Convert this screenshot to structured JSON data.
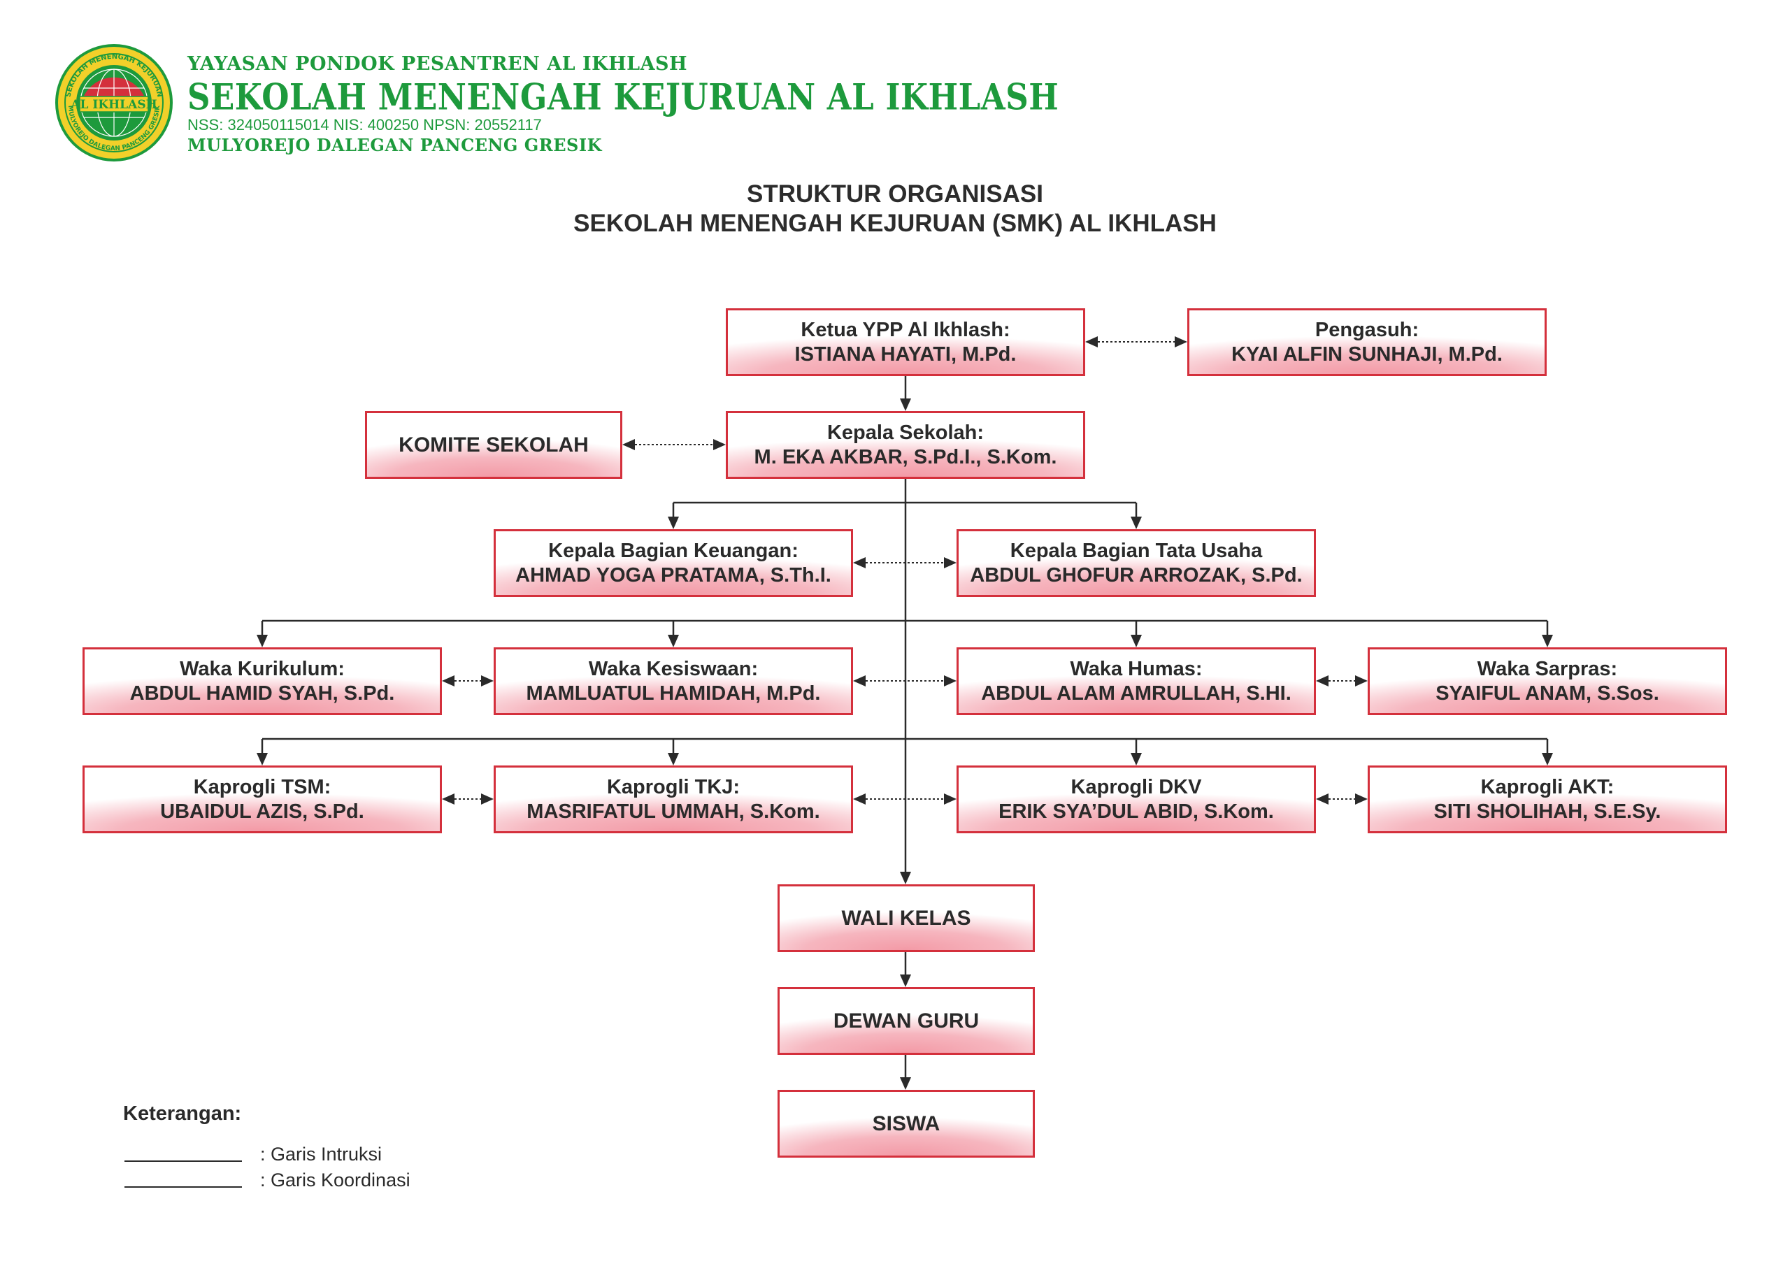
{
  "header": {
    "foundation": "YAYASAN PONDOK PESANTREN AL IKHLASH",
    "school_name": "SEKOLAH MENENGAH KEJURUAN AL IKHLASH",
    "codes": "NSS: 324050115014   NIS: 400250   NPSN: 20552117",
    "address": "MULYOREJO DALEGAN PANCENG GRESIK",
    "logo": {
      "ring_text_top": "SEKOLAH MENENGAH KEJURUAN",
      "ring_text_bottom": "MULYOREJO DALEGAN PANCENG GRESIK",
      "center_text": "AL IKHLASH"
    }
  },
  "title": {
    "line1": "STRUKTUR ORGANISASI",
    "line2": "SEKOLAH MENENGAH KEJURUAN (SMK) AL IKHLASH"
  },
  "nodes": {
    "ketua": {
      "role": "Ketua YPP Al Ikhlash:",
      "name": "ISTIANA HAYATI, M.Pd."
    },
    "pengasuh": {
      "role": "Pengasuh:",
      "name": "KYAI ALFIN SUNHAJI, M.Pd."
    },
    "komite": {
      "label": "KOMITE SEKOLAH"
    },
    "kepsek": {
      "role": "Kepala Sekolah:",
      "name": "M. EKA AKBAR, S.Pd.I., S.Kom."
    },
    "keuangan": {
      "role": "Kepala Bagian Keuangan:",
      "name": "AHMAD YOGA PRATAMA, S.Th.I."
    },
    "tatausaha": {
      "role": "Kepala Bagian Tata Usaha",
      "name": "ABDUL GHOFUR ARROZAK, S.Pd."
    },
    "kurikulum": {
      "role": "Waka Kurikulum:",
      "name": "ABDUL HAMID SYAH, S.Pd."
    },
    "kesiswaan": {
      "role": "Waka Kesiswaan:",
      "name": "MAMLUATUL HAMIDAH, M.Pd."
    },
    "humas": {
      "role": "Waka Humas:",
      "name": "ABDUL ALAM AMRULLAH, S.HI."
    },
    "sarpras": {
      "role": "Waka Sarpras:",
      "name": "SYAIFUL ANAM, S.Sos."
    },
    "tsm": {
      "role": "Kaprogli TSM:",
      "name": "UBAIDUL AZIS, S.Pd."
    },
    "tkj": {
      "role": "Kaprogli TKJ:",
      "name": "MASRIFATUL UMMAH, S.Kom."
    },
    "dkv": {
      "role": "Kaprogli DKV",
      "name": "ERIK SYA’DUL ABID, S.Kom."
    },
    "akt": {
      "role": "Kaprogli AKT:",
      "name": "SITI SHOLIHAH, S.E.Sy."
    },
    "walikelas": {
      "label": "WALI KELAS"
    },
    "dewanguru": {
      "label": "DEWAN GURU"
    },
    "siswa": {
      "label": "SISWA"
    }
  },
  "legend": {
    "title": "Keterangan:",
    "instruction": ": Garis Intruksi",
    "coordination": ": Garis Koordinasi"
  },
  "colors": {
    "accent_green": "#1d9a3c",
    "box_border": "#d4303c",
    "box_fill": "#f39aa6",
    "line": "#2a2a2a"
  }
}
